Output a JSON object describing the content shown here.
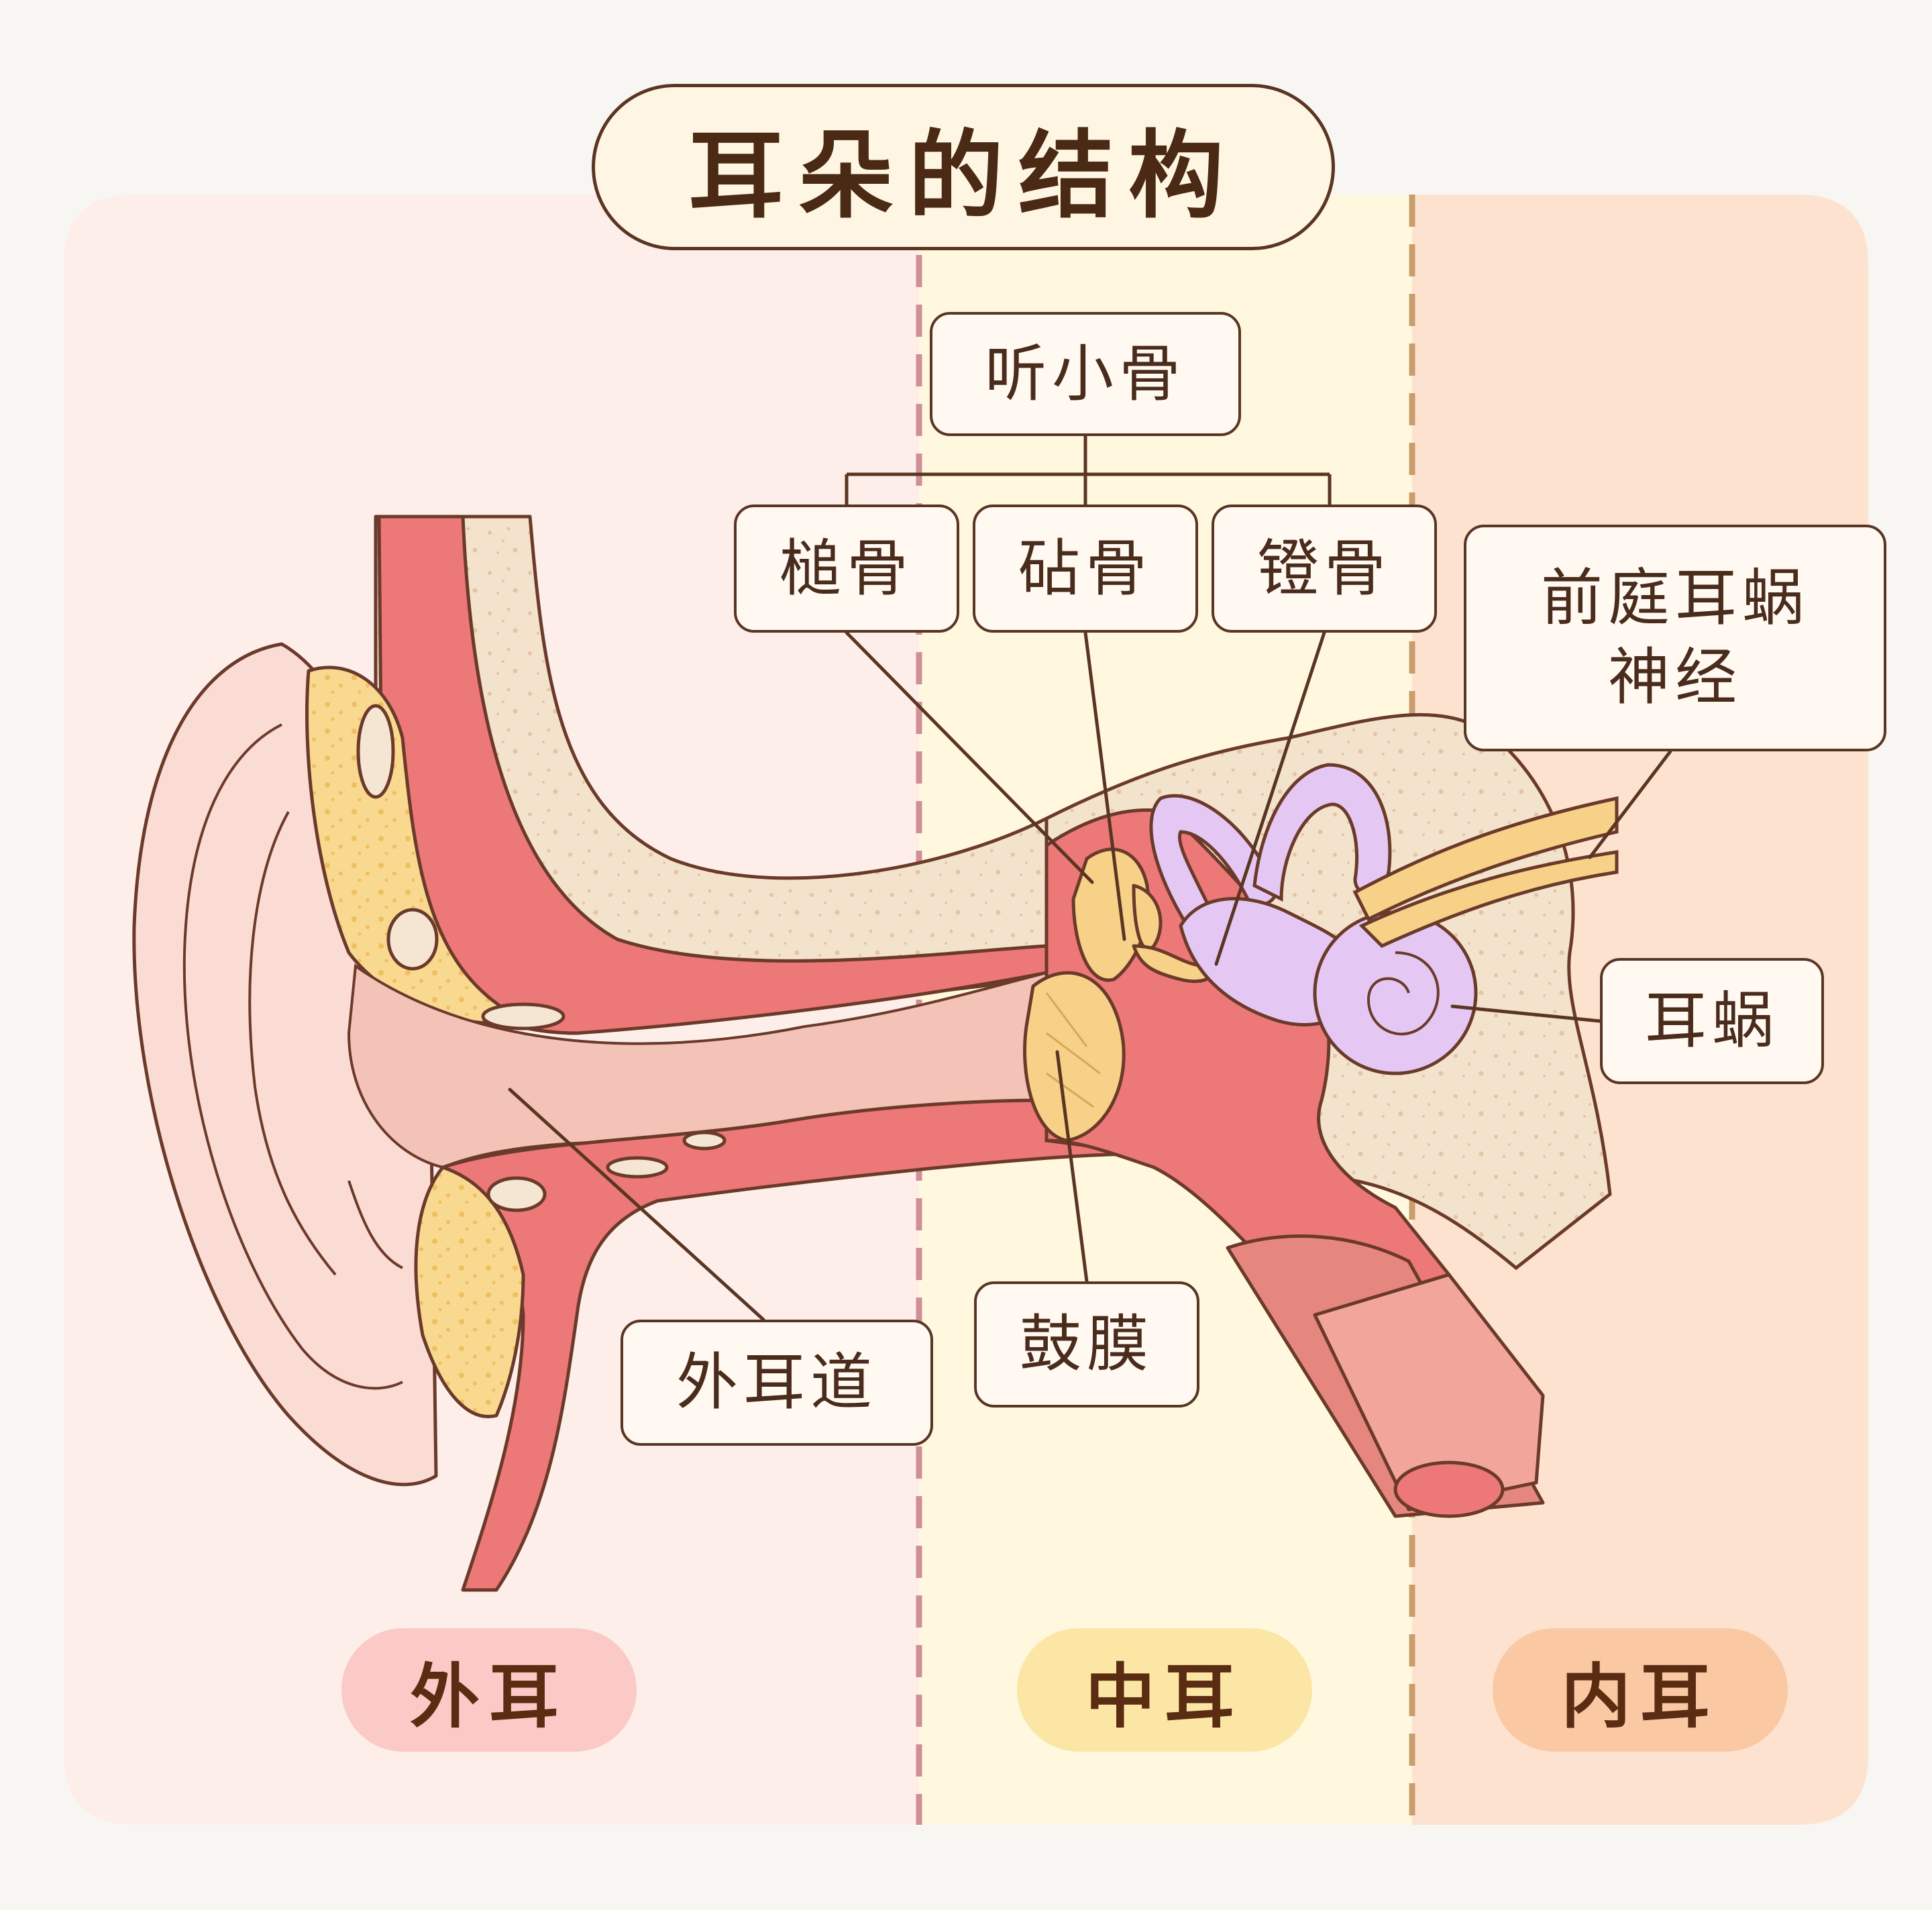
{
  "title": "耳朵的结构",
  "labels": {
    "ossicles": "听小骨",
    "malleus": "槌骨",
    "incus": "砧骨",
    "stapes": "镫骨",
    "vestibulocochlear_nerve": "前庭耳蜗\n神经",
    "cochlea": "耳蜗",
    "ear_canal": "外耳道",
    "eardrum": "鼓膜"
  },
  "sections": {
    "outer": "外耳",
    "middle": "中耳",
    "inner": "内耳"
  },
  "colors": {
    "outer_bg": "#fdeee9",
    "middle_bg": "#fff8de",
    "inner_bg": "#fde3cf",
    "outer_pill": "#fbc9c6",
    "middle_pill": "#fbe6a6",
    "inner_pill": "#fbc8a4",
    "outline": "#5a3523"
  }
}
